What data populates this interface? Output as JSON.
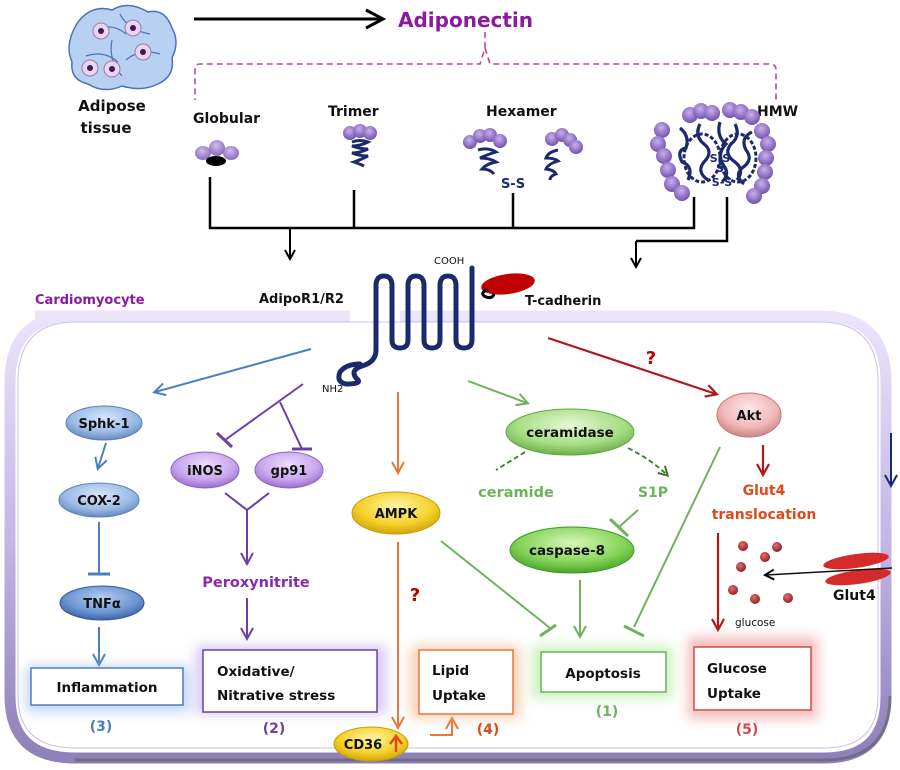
{
  "header": {
    "source_label": "Adipose tissue",
    "source_line1": "Adipose",
    "source_line2": "tissue",
    "product_label": "Adiponectin"
  },
  "isoforms": [
    {
      "label": "Globular"
    },
    {
      "label": "Trimer"
    },
    {
      "label": "Hexamer",
      "bond": "S-S"
    },
    {
      "label": "HMW",
      "bond_top": "S-S",
      "bond_mid": "S",
      "bond_bottom": "S-S"
    }
  ],
  "receptors": {
    "adipor": "AdipoR1/R2",
    "cooh": "COOH",
    "nh2": "NH2",
    "tcadherin": "T-cadherin"
  },
  "cell": {
    "label": "Cardiomyocyte"
  },
  "nodes": {
    "sphk1": "Sphk-1",
    "cox2": "COX-2",
    "tnfa": "TNFα",
    "inos": "iNOS",
    "gp91": "gp91",
    "peroxynitrite": "Peroxynitrite",
    "ampk": "AMPK",
    "cd36": "CD36",
    "ceramidase": "ceramidase",
    "ceramide": "ceramide",
    "s1p": "S1P",
    "caspase8": "caspase-8",
    "akt": "Akt",
    "glut4_translocation_1": "Glut4",
    "glut4_translocation_2": "translocation",
    "glut4": "Glut4",
    "glucose": "glucose",
    "unknown_mark": "?"
  },
  "outcomes": [
    {
      "id": "inflammation",
      "line1": "Inflammation",
      "line2": "",
      "number": "(3)",
      "color": "#4a7fc1"
    },
    {
      "id": "oxidative",
      "line1": "Oxidative/",
      "line2": "Nitrative stress",
      "number": "(2)",
      "color": "#6a3fa6"
    },
    {
      "id": "lipid",
      "line1": "Lipid",
      "line2": "Uptake",
      "number": "(4)",
      "color": "#e8773a"
    },
    {
      "id": "apoptosis",
      "line1": "Apoptosis",
      "line2": "",
      "number": "(1)",
      "color": "#6cb35a"
    },
    {
      "id": "glucose",
      "line1": "Glucose",
      "line2": "Uptake",
      "number": "(5)",
      "color": "#d04a4a"
    }
  ],
  "colors": {
    "purple_title": "#8a1a9e",
    "dashed_bracket": "#b04aa8",
    "receptor": "#1a2a6c",
    "tcadherin": "#c00000",
    "blue_path": "#4a7fc1",
    "purple_path": "#6a3fa6",
    "orange_path": "#e8773a",
    "green_path": "#6cb35a",
    "red_path": "#b01818",
    "membrane": "#c8bde8"
  }
}
